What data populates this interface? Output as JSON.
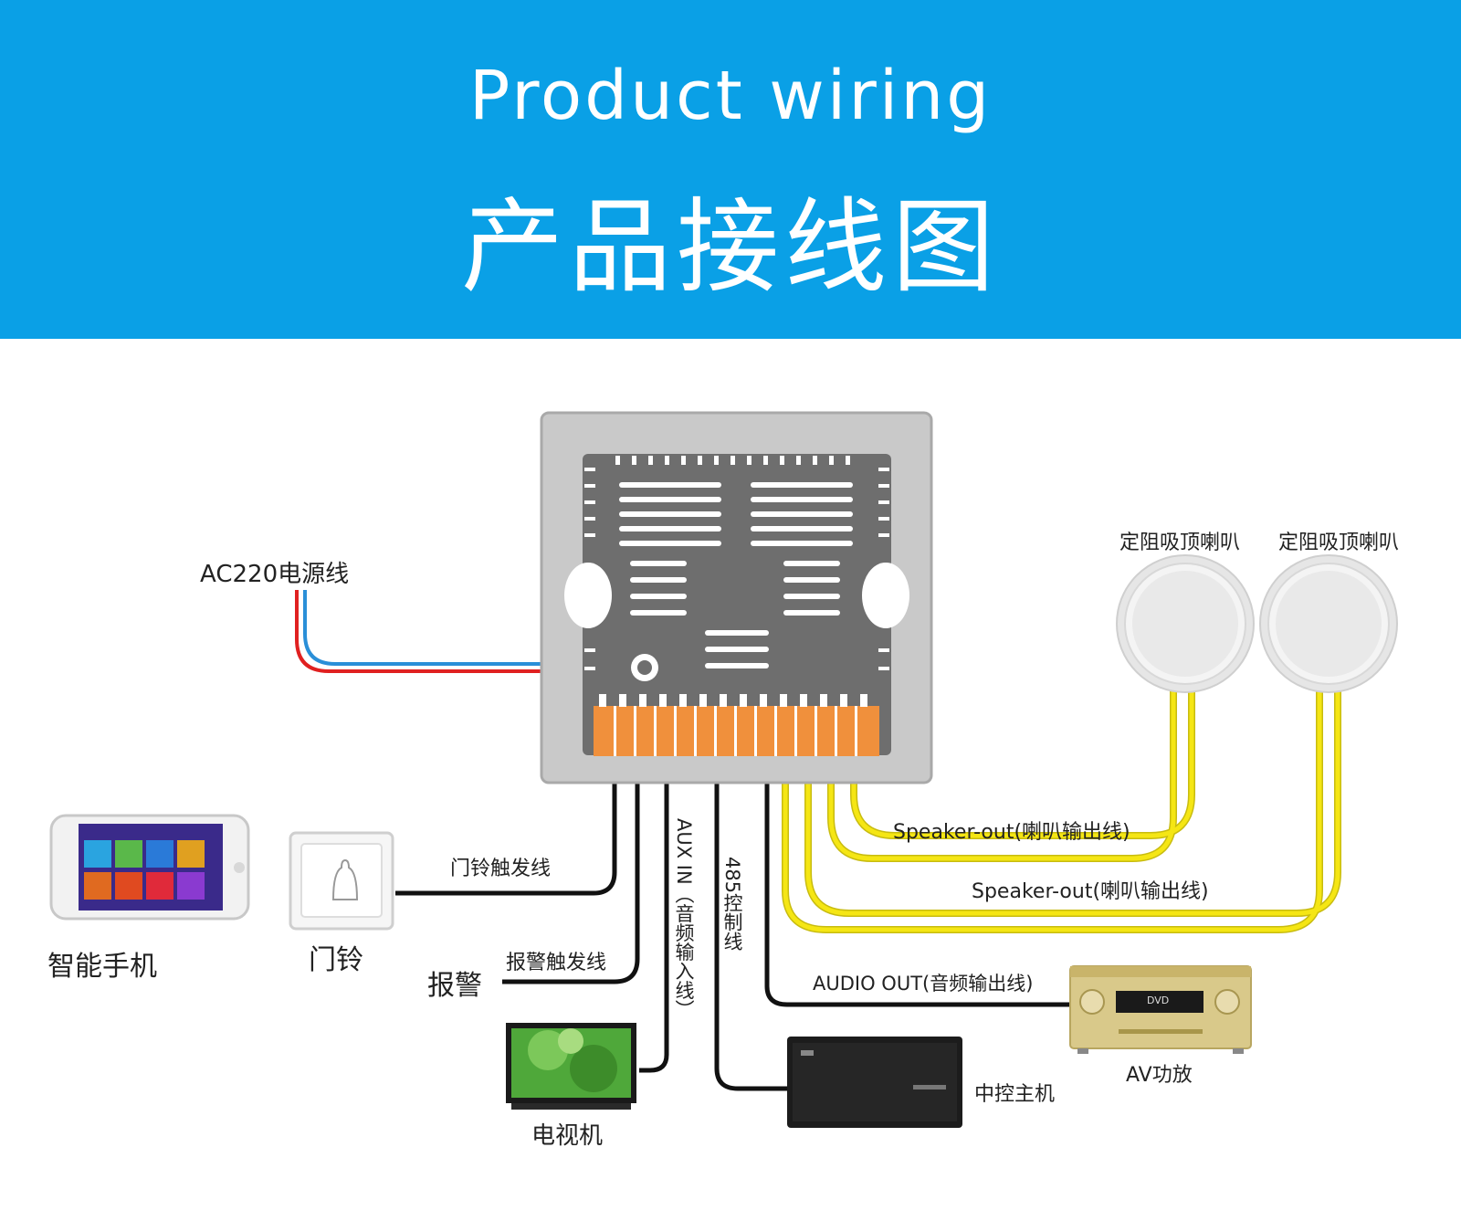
{
  "header": {
    "title_en": "Product wiring",
    "title_zh": "产品接线图"
  },
  "labels": {
    "power_line": "AC220电源线",
    "speaker_left": "定阻吸顶喇叭",
    "speaker_right": "定阻吸顶喇叭",
    "speaker_out_1": "Speaker-out(喇叭输出线)",
    "speaker_out_2": "Speaker-out(喇叭输出线)",
    "doorbell_trigger": "门铃触发线",
    "alarm_trigger": "报警触发线",
    "aux_in": "AUX IN（音频输入线）",
    "rs485": "485控制线",
    "audio_out": "AUDIO OUT(音频输出线)",
    "smartphone": "智能手机",
    "doorbell": "门铃",
    "alarm": "报警",
    "tv": "电视机",
    "central_host": "中控主机",
    "av_amp": "AV功放"
  },
  "device_text": {
    "amp_display": "DVD"
  },
  "colors": {
    "banner": "#0aa0e6",
    "speaker_wire": "#f5e614",
    "terminal": "#f0903c",
    "power_red": "#e02020",
    "power_blue": "#2a8fd8",
    "panel": "#707070"
  }
}
